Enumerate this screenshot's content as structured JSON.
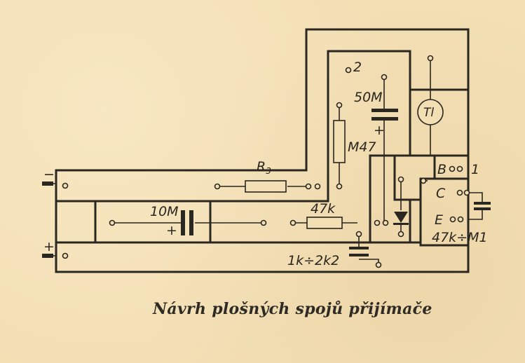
{
  "caption": "Návrh plošných spojů přijímače",
  "labels": {
    "r3": "R",
    "r3_sub": "3",
    "r47k": "47k",
    "c10m": "10M",
    "c10m_plus": "+",
    "c50m": "50M",
    "c50m_plus": "+",
    "m47": "M47",
    "num2": "2",
    "tl": "Tl",
    "b": "B",
    "one": "1",
    "c": "C",
    "e": "E",
    "pot": "47k÷M1",
    "bottom_r": "1k÷2k2",
    "minus": "−",
    "plus": "+"
  }
}
